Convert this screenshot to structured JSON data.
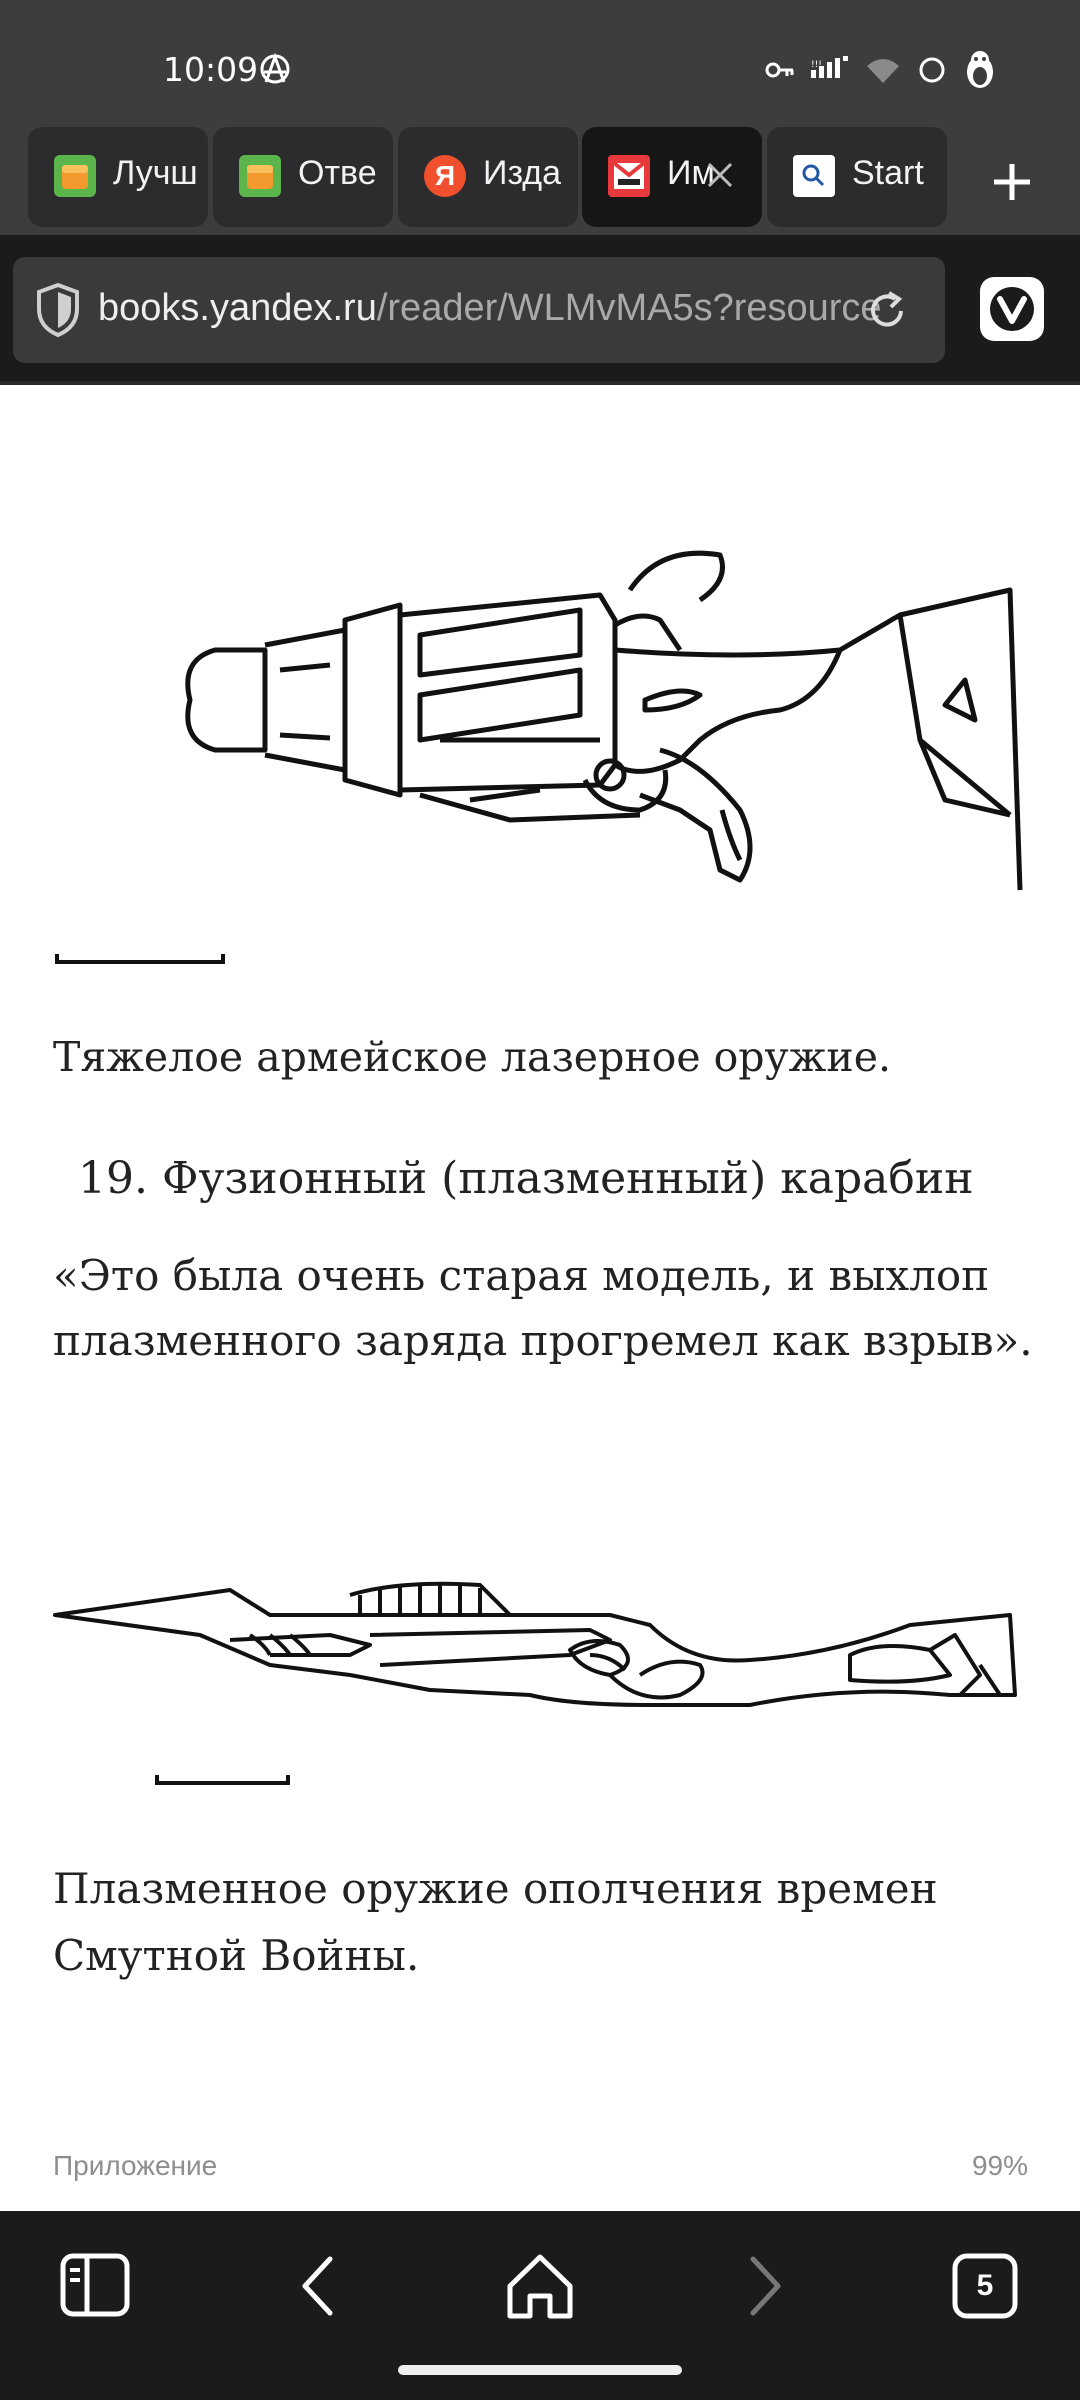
{
  "status_bar": {
    "time": "10:09",
    "icons": [
      "anarchy-icon",
      "vpn-key-icon",
      "signal-icon",
      "wifi-icon",
      "sync-icon",
      "penguin-icon"
    ]
  },
  "tabs": [
    {
      "title": "Лучш",
      "favicon": "orange-cube-icon",
      "active": false
    },
    {
      "title": "Отве",
      "favicon": "orange-cube-icon",
      "active": false
    },
    {
      "title": "Изда",
      "favicon": "yandex-icon",
      "favicon_letter": "Я",
      "active": false
    },
    {
      "title": "Им",
      "favicon": "book-icon",
      "active": true
    },
    {
      "title": "Start",
      "favicon": "search-page-icon",
      "active": false
    }
  ],
  "url_bar": {
    "domain": "books.yandex.ru",
    "path": "/reader/WLMvMA5s?resource"
  },
  "reader": {
    "caption1": "Тяжелое армейское лазерное оружие.",
    "heading": "19. Фузионный (плазменный) карабин",
    "quote": "«Это была очень старая модель, и выхлоп плазменного заряда прогремел как взрыв».",
    "caption2": "Плазменное оружие ополчения времен Смутной Войны.",
    "footer_section": "Приложение",
    "footer_progress": "99%"
  },
  "bottom_nav": {
    "tab_count": "5",
    "colors": {
      "bar": "#1b1b1c",
      "icon": "#ffffff",
      "disabled": "#777777"
    }
  }
}
